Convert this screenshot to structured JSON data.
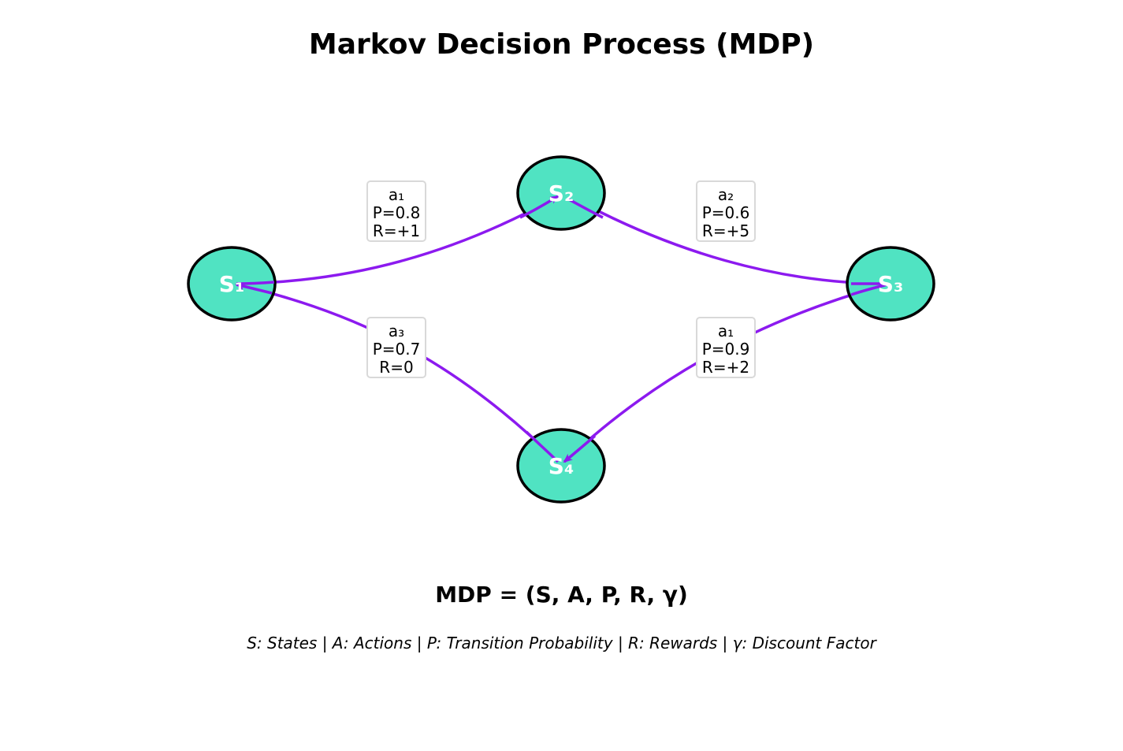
{
  "title": "Markov Decision Process (MDP)",
  "formula": "MDP = (S, A, P, R, γ)",
  "legend": "S: States | A: Actions | P: Transition Probability | R: Rewards | γ: Discount Factor",
  "colors": {
    "node_fill": "#50e3c2",
    "node_stroke": "#000000",
    "edge": "#8c1aef",
    "label_border": "#d9d9d9"
  },
  "states": [
    {
      "id": "s1",
      "label": "S₁"
    },
    {
      "id": "s2",
      "label": "S₂"
    },
    {
      "id": "s3",
      "label": "S₃"
    },
    {
      "id": "s4",
      "label": "S₄"
    }
  ],
  "transitions": [
    {
      "from": "s1",
      "to": "s2",
      "action": "a₁",
      "probability": "P=0.8",
      "reward": "R=+1"
    },
    {
      "from": "s2",
      "to": "s3",
      "action": "a₂",
      "probability": "P=0.6",
      "reward": "R=+5"
    },
    {
      "from": "s4",
      "to": "s1",
      "action": "a₃",
      "probability": "P=0.7",
      "reward": "R=0"
    },
    {
      "from": "s3",
      "to": "s4",
      "action": "a₁",
      "probability": "P=0.9",
      "reward": "R=+2"
    }
  ]
}
